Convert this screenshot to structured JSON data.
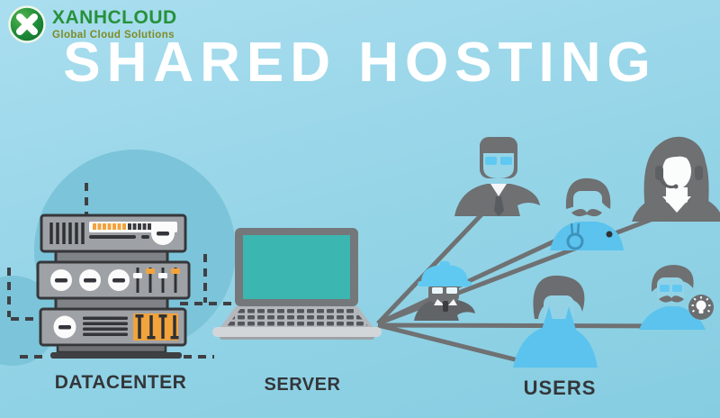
{
  "logo": {
    "icon": "x-circle-logo-icon",
    "name": "XANHCLOUD",
    "tagline": "Global Cloud Solutions",
    "name_color": "#27913B",
    "tagline_color": "#7E8B25"
  },
  "title": {
    "text": "SHARED HOSTING",
    "color": "#FFFFFF"
  },
  "scene": {
    "background_color": "#97D5E8",
    "decor_circle_color": "#7CC4D9",
    "labels": {
      "datacenter": "DATACENTER",
      "server": "SERVER",
      "users": "USERS"
    },
    "label_color": "#33363A",
    "connection_line_color": "#6F7173",
    "dashed_line_color": "#3E4044",
    "datacenter": {
      "rack_body_color": "#9EA2A6",
      "rack_outline_color": "#35373B",
      "accent_orange": "#F2A33C",
      "units": 3
    },
    "server": {
      "laptop_frame_color": "#75787B",
      "screen_color": "#3CB6B0",
      "keyboard_color": "#B4B8BC"
    },
    "users": {
      "silhouette_gray": "#6E7072",
      "accent_blue": "#5BC3EE",
      "people": [
        {
          "icon": "businessman-with-glasses-icon"
        },
        {
          "icon": "doctor-with-stethoscope-icon"
        },
        {
          "icon": "support-woman-with-headset-icon"
        },
        {
          "icon": "construction-worker-with-helmet-icon"
        },
        {
          "icon": "young-user-icon"
        },
        {
          "icon": "user-with-idea-bulb-icon"
        }
      ]
    }
  }
}
